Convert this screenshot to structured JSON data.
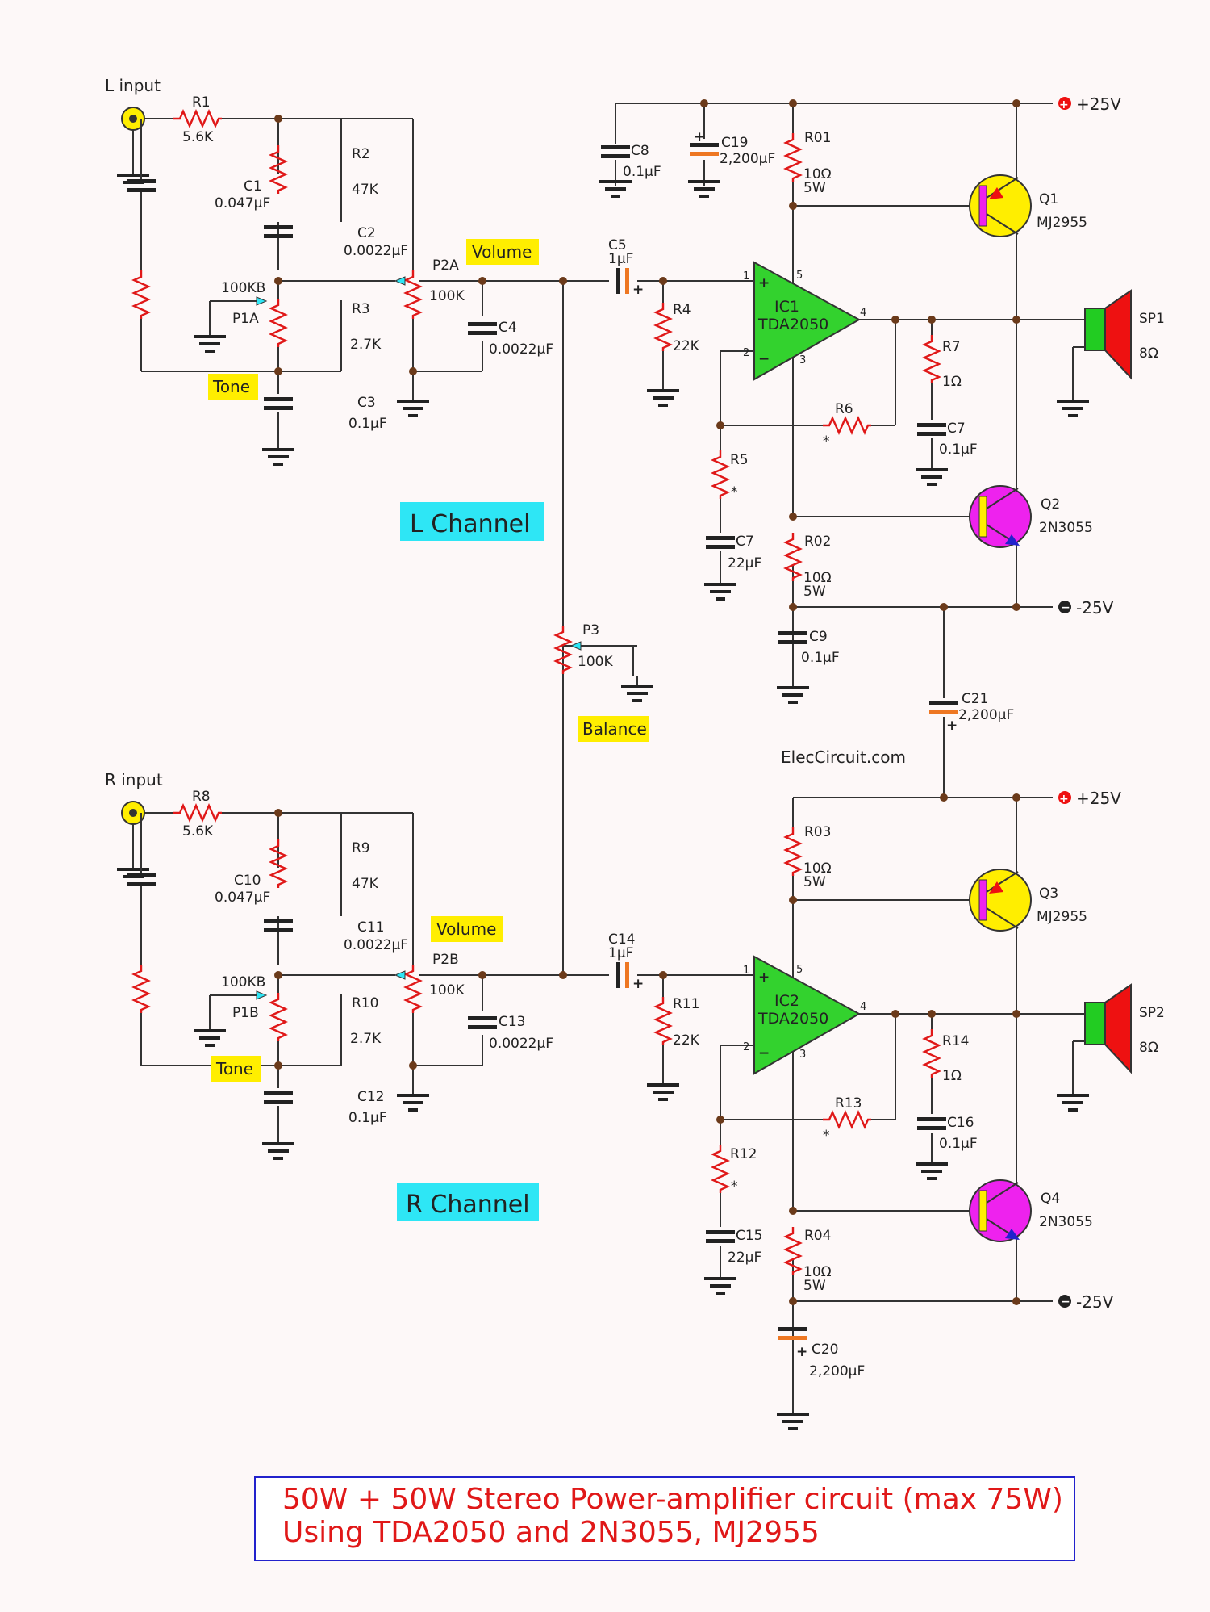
{
  "colors": {
    "wire": "#333333",
    "resistor": "#e01818",
    "highlight": "#ffee00",
    "channel_box": "#2ee6f5",
    "ic": "#33d22e",
    "npn": "#ee22ee",
    "pnp": "#ffee00",
    "speaker_body": "#22cc22",
    "speaker_cone": "#ee1111",
    "title_border": "#2222cc",
    "title_text": "#e01818"
  },
  "rails": {
    "pos_1": "+25V",
    "neg_1": "-25V",
    "pos_2": "+25V",
    "neg_2": "-25V"
  },
  "inputs": {
    "left": "L  input",
    "right": "R  input"
  },
  "tags": {
    "volume_l": "Volume",
    "volume_r": "Volume",
    "tone_l": "Tone",
    "tone_r": "Tone",
    "balance": "Balance",
    "channel_l": "L  Channel",
    "channel_r": "R  Channel"
  },
  "watermark": "ElecCircuit.com",
  "title": {
    "line1": "50W + 50W Stereo Power-amplifier circuit (max 75W)",
    "line2": "Using TDA2050 and 2N3055, MJ2955"
  },
  "left_channel": {
    "R1": {
      "ref": "R1",
      "value": "5.6K"
    },
    "C1": {
      "ref": "C1",
      "value": "0.047µF"
    },
    "P1A": {
      "ref": "P1A",
      "value": "100KB"
    },
    "R2": {
      "ref": "R2",
      "value": "47K"
    },
    "C2": {
      "ref": "C2",
      "value": "0.0022µF"
    },
    "R3": {
      "ref": "R3",
      "value": "2.7K"
    },
    "C3": {
      "ref": "C3",
      "value": "0.1µF"
    },
    "P2A": {
      "ref": "P2A",
      "value": "100K"
    },
    "C4": {
      "ref": "C4",
      "value": "0.0022µF"
    },
    "C5": {
      "ref": "C5",
      "value": "1µF"
    },
    "R4": {
      "ref": "R4",
      "value": "22K"
    },
    "C8": {
      "ref": "C8",
      "value": "0.1µF"
    },
    "C19": {
      "ref": "C19",
      "value": "2,200µF"
    },
    "R01": {
      "ref": "R01",
      "value1": "10Ω",
      "value2": "5W"
    },
    "IC1": {
      "ref": "IC1",
      "part": "TDA2050"
    },
    "R5": {
      "ref": "R5",
      "value": "*"
    },
    "C7a": {
      "ref": "C7",
      "value": "22µF"
    },
    "R6": {
      "ref": "R6",
      "value": "*"
    },
    "R7": {
      "ref": "R7",
      "value": "1Ω"
    },
    "C7b": {
      "ref": "C7",
      "value": "0.1µF"
    },
    "Q1": {
      "ref": "Q1",
      "part": "MJ2955"
    },
    "Q2": {
      "ref": "Q2",
      "part": "2N3055"
    },
    "R02": {
      "ref": "R02",
      "value1": "10Ω",
      "value2": "5W"
    },
    "C9": {
      "ref": "C9",
      "value": "0.1µF"
    },
    "SP1": {
      "ref": "SP1",
      "value": "8Ω"
    }
  },
  "balance_pot": {
    "ref": "P3",
    "value": "100K"
  },
  "C21": {
    "ref": "C21",
    "value": "2,200µF"
  },
  "right_channel": {
    "R8": {
      "ref": "R8",
      "value": "5.6K"
    },
    "C10": {
      "ref": "C10",
      "value": "0.047µF"
    },
    "P1B": {
      "ref": "P1B",
      "value": "100KB"
    },
    "R9": {
      "ref": "R9",
      "value": "47K"
    },
    "C11": {
      "ref": "C11",
      "value": "0.0022µF"
    },
    "R10": {
      "ref": "R10",
      "value": "2.7K"
    },
    "C12": {
      "ref": "C12",
      "value": "0.1µF"
    },
    "P2B": {
      "ref": "P2B",
      "value": "100K"
    },
    "C13": {
      "ref": "C13",
      "value": "0.0022µF"
    },
    "C14": {
      "ref": "C14",
      "value": "1µF"
    },
    "R11": {
      "ref": "R11",
      "value": "22K"
    },
    "R03": {
      "ref": "R03",
      "value1": "10Ω",
      "value2": "5W"
    },
    "IC2": {
      "ref": "IC2",
      "part": "TDA2050"
    },
    "R12": {
      "ref": "R12",
      "value": "*"
    },
    "C15": {
      "ref": "C15",
      "value": "22µF"
    },
    "R13": {
      "ref": "R13",
      "value": "*"
    },
    "R14": {
      "ref": "R14",
      "value": "1Ω"
    },
    "C16": {
      "ref": "C16",
      "value": "0.1µF"
    },
    "Q3": {
      "ref": "Q3",
      "part": "MJ2955"
    },
    "Q4": {
      "ref": "Q4",
      "part": "2N3055"
    },
    "R04": {
      "ref": "R04",
      "value1": "10Ω",
      "value2": "5W"
    },
    "C20": {
      "ref": "C20",
      "value": "2,200µF"
    },
    "SP2": {
      "ref": "SP2",
      "value": "8Ω"
    }
  },
  "ic_pins": {
    "p1": "1",
    "p2": "2",
    "p3": "3",
    "p4": "4",
    "p5": "5"
  }
}
